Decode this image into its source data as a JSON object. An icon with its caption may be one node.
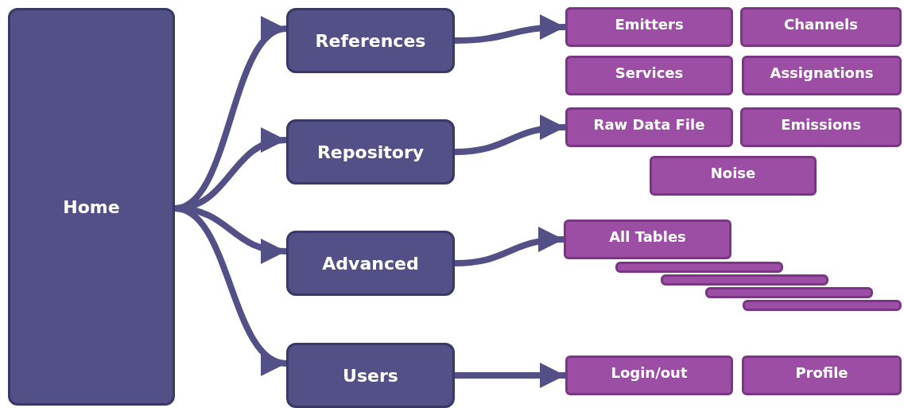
{
  "diagram": {
    "nodes": [
      {
        "text": [
          "Home"
        ]
      },
      {
        "text": [
          "References"
        ]
      },
      {
        "text": [
          "Repository"
        ]
      },
      {
        "text": [
          "Advanced"
        ]
      },
      {
        "text": [
          "Users"
        ]
      },
      {
        "text": [
          "Emitters"
        ]
      },
      {
        "text": [
          "Channels"
        ]
      },
      {
        "text": [
          "Services"
        ]
      },
      {
        "text": [
          "Assignations"
        ]
      },
      {
        "text": [
          "Raw Data File"
        ]
      },
      {
        "text": [
          "Emissions"
        ]
      },
      {
        "text": [
          "Noise"
        ]
      },
      {
        "text": [
          "All Tables"
        ]
      },
      {
        "text": [],
        "shape": "box"
      },
      {
        "text": [],
        "shape": "box"
      },
      {
        "text": [],
        "shape": "box"
      },
      {
        "text": [],
        "shape": "box"
      },
      {
        "text": [
          "Login/out"
        ]
      },
      {
        "text": [
          "Profile"
        ]
      }
    ],
    "edges": [
      {
        "from": 0,
        "to": 1,
        "arrow": "to"
      },
      {
        "from": 0,
        "to": 2,
        "arrow": "to"
      },
      {
        "from": 0,
        "to": 3,
        "arrow": "to"
      },
      {
        "from": 0,
        "to": 4,
        "arrow": "to"
      },
      {
        "from": 1,
        "to": 5,
        "arrow": "to"
      },
      {
        "from": 2,
        "to": 9,
        "arrow": "to"
      },
      {
        "from": 3,
        "to": 12,
        "arrow": "to"
      },
      {
        "from": 4,
        "to": 17,
        "arrow": "to"
      }
    ]
  }
}
